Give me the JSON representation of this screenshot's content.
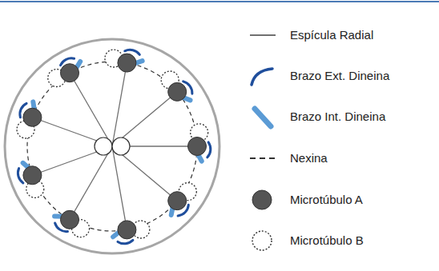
{
  "diagram": {
    "legend": [
      {
        "text": "Espícula Radial"
      },
      {
        "text": "Brazo Ext. Dineina"
      },
      {
        "text": "Brazo Int. Dineina"
      },
      {
        "text": "Nexina"
      },
      {
        "text": "Microtúbulo A"
      },
      {
        "text": "Microtúbulo B"
      }
    ]
  }
}
